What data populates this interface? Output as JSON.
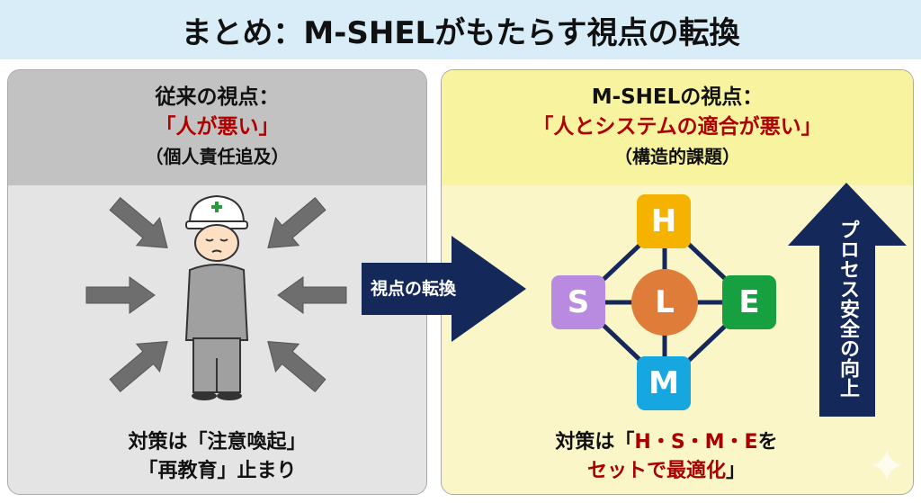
{
  "title": "まとめ：M-SHELがもたらす視点の転換",
  "left": {
    "heading": "従来の視点：",
    "quote": "「人が悪い」",
    "sub": "（個人責任追及）",
    "bottom1": "対策は「注意喚起」",
    "bottom2": "「再教育」止まり"
  },
  "shift_label": "視点の転換",
  "right": {
    "heading": "M-SHELの視点：",
    "quote": "「人とシステムの適合が悪い」",
    "sub": "（構造的課題）",
    "nodes": {
      "h": "H",
      "s": "S",
      "l": "L",
      "e": "E",
      "m": "M"
    },
    "bottom_prefix": "対策は「",
    "bottom_red1": "H・S・M・E",
    "bottom_suffix": "を",
    "bottom_red2": "セットで最適化",
    "bottom_end": "」",
    "arrow_label": "プロセス安全の向上"
  },
  "colors": {
    "navy": "#14285a",
    "h": "#f5b300",
    "s": "#b98be0",
    "l": "#e07c3a",
    "e": "#17a040",
    "m": "#16a6e0"
  }
}
